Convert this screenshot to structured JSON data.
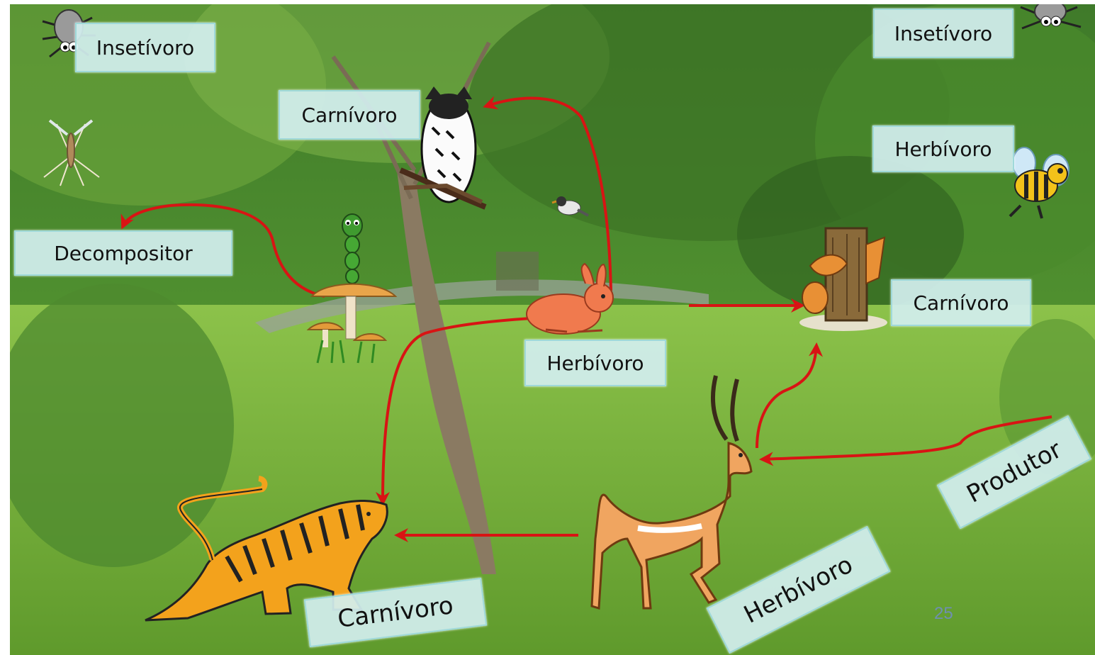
{
  "labels": {
    "insetivoro_left": "Insetívoro",
    "insetivoro_right": "Insetívoro",
    "carnivoro_owl": "Carnívoro",
    "herbivoro_bee": "Herbívoro",
    "decompositor": "Decompositor",
    "carnivoro_fox": "Carnívoro",
    "herbivoro_rabbit": "Herbívoro",
    "produtor": "Produtor",
    "herbivoro_antelope": "Herbívoro",
    "carnivoro_tiger": "Carnívoro"
  },
  "page_number": "25",
  "colors": {
    "arrow": "#d81414",
    "label_bg": "#d2eeee",
    "label_border": "#9fd9d9"
  },
  "icons": [
    "spider-icon",
    "mosquito-icon",
    "owl-icon",
    "bird-icon",
    "bee-icon",
    "caterpillar-icon",
    "mushroom-icon",
    "rabbit-icon",
    "fox-icon",
    "antelope-icon",
    "tiger-icon"
  ]
}
